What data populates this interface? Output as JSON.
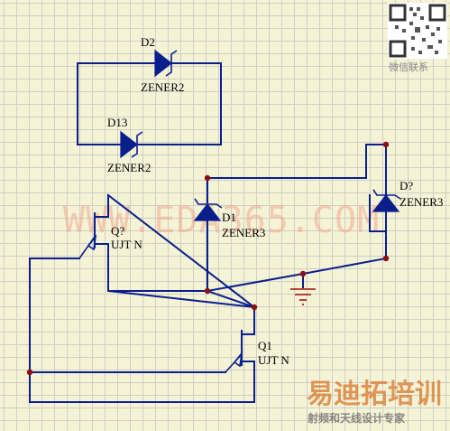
{
  "components": {
    "d2": {
      "ref": "D2",
      "value": "ZENER2"
    },
    "d13": {
      "ref": "D13",
      "value": "ZENER2"
    },
    "d1": {
      "ref": "D1",
      "value": "ZENER3"
    },
    "d_unnamed": {
      "ref": "D?",
      "value": "ZENER3"
    },
    "q_unnamed": {
      "ref": "Q?",
      "value": "UJT N"
    },
    "q1": {
      "ref": "Q1",
      "value": "UJT N"
    }
  },
  "watermark": {
    "text": "WWW.EDA365.COM"
  },
  "branding": {
    "qr_caption": "微信联系",
    "logo_text": "易迪拓培训",
    "tagline": "射频和天线设计专家"
  },
  "colors": {
    "wire": "#0a1e8c",
    "junction": "#8c0f14",
    "ground": "#b0281e",
    "grid": "#cfcfc4",
    "background": "#f4f3d6"
  }
}
